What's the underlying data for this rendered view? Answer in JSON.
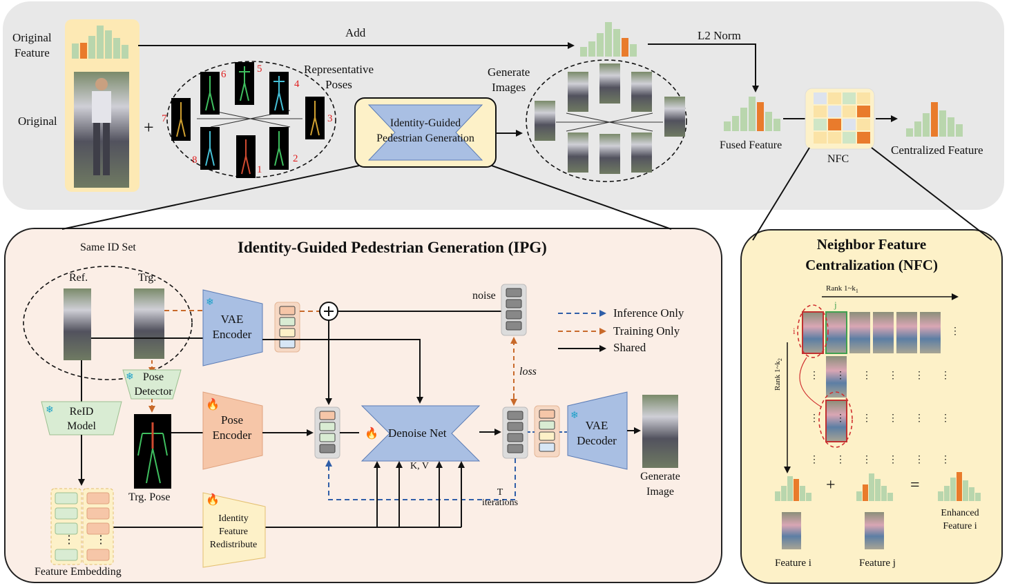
{
  "top": {
    "original_feature_label": "Original\nFeature",
    "original_label": "Original",
    "add_label": "Add",
    "l2_norm_label": "L2 Norm",
    "plus": "+",
    "representative_poses_label": "Representative\nPoses",
    "pose_numbers": [
      "1",
      "2",
      "3",
      "4",
      "5",
      "6",
      "7",
      "8"
    ],
    "ipg_box_label": "Identity-Guided\nPedestrian Generation",
    "generate_images_label": "Generate\nImages",
    "fused_feature_label": "Fused Feature",
    "nfc_label": "NFC",
    "centralized_feature_label": "Centralized Feature"
  },
  "ipg": {
    "title": "Identity-Guided Pedestrian Generation (IPG)",
    "same_id_set": "Same ID Set",
    "ref": "Ref.",
    "trg": "Trg.",
    "vae_encoder": "VAE\nEncoder",
    "pose_detector": "Pose\nDetector",
    "reid_model": "ReID\nModel",
    "pose_encoder": "Pose\nEncoder",
    "trg_pose": "Trg. Pose",
    "noise": "noise",
    "loss": "loss",
    "denoise_net": "Denoise Net",
    "kv": "K, V",
    "t_iterations": "T\niterations",
    "vae_decoder": "VAE\nDecoder",
    "generate_image": "Generate\nImage",
    "identity_feature_redistribute": "Identity\nFeature\nRedistribute",
    "feature_embedding": "Feature Embedding",
    "legend": {
      "inference_only": "Inference Only",
      "training_only": "Training Only",
      "shared": "Shared"
    }
  },
  "nfc": {
    "title_line1": "Neighbor Feature",
    "title_line2": "Centralization (NFC)",
    "rank_k1": "Rank 1~k",
    "rank_k1_sub": "1",
    "rank_k2": "Rank 1~k",
    "rank_k2_sub": "2",
    "i_label": "i",
    "j_label": "j",
    "plus": "+",
    "equals": "=",
    "feature_i": "Feature i",
    "feature_j": "Feature j",
    "enhanced_feature": "Enhanced\nFeature i"
  },
  "colors": {
    "panel_top_bg": "#e8e8e8",
    "ipg_bg": "#fbeee6",
    "nfc_bg": "#fdf1c8",
    "bar_green": "#b9d6ad",
    "bar_orange": "#e97b2c",
    "vae_blue": "#a9bfe3",
    "pose_encoder_orange": "#f6c6a8",
    "green_block": "#d9ecd3",
    "inference_blue": "#2f5ea8",
    "training_orange": "#c8692a",
    "pose_number_red": "#e02020"
  },
  "icons": [
    "snowflake-icon",
    "flame-icon",
    "plus-circle-icon",
    "ellipsis-icon"
  ]
}
